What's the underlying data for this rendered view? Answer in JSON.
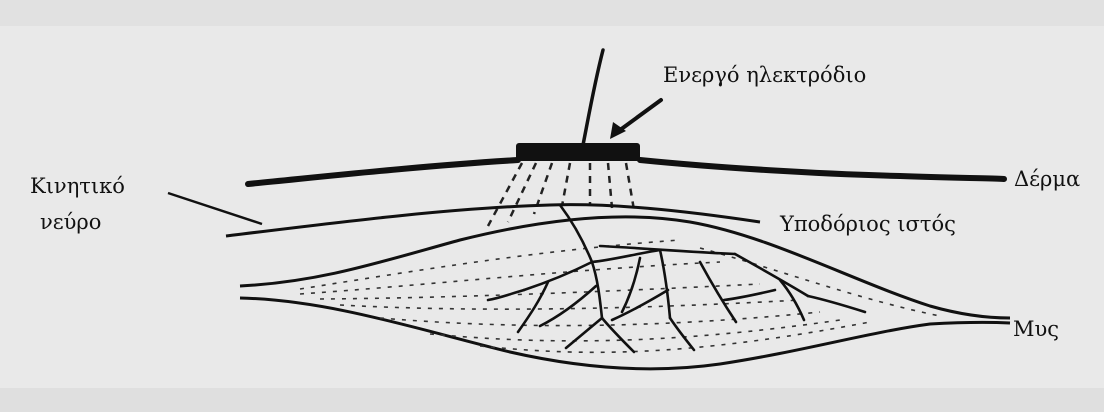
{
  "diagram": {
    "labels": {
      "electrode": "Ενεργό ηλεκτρόδιο",
      "skin": "Δέρμα",
      "motor_nerve_line1": "Κινητικό",
      "motor_nerve_line2": "νεύρο",
      "subcutaneous": "Υποδόριος ιστός",
      "muscle": "Μυς"
    },
    "colors": {
      "ink": "#111111",
      "paper": "#e9e9e9"
    }
  }
}
